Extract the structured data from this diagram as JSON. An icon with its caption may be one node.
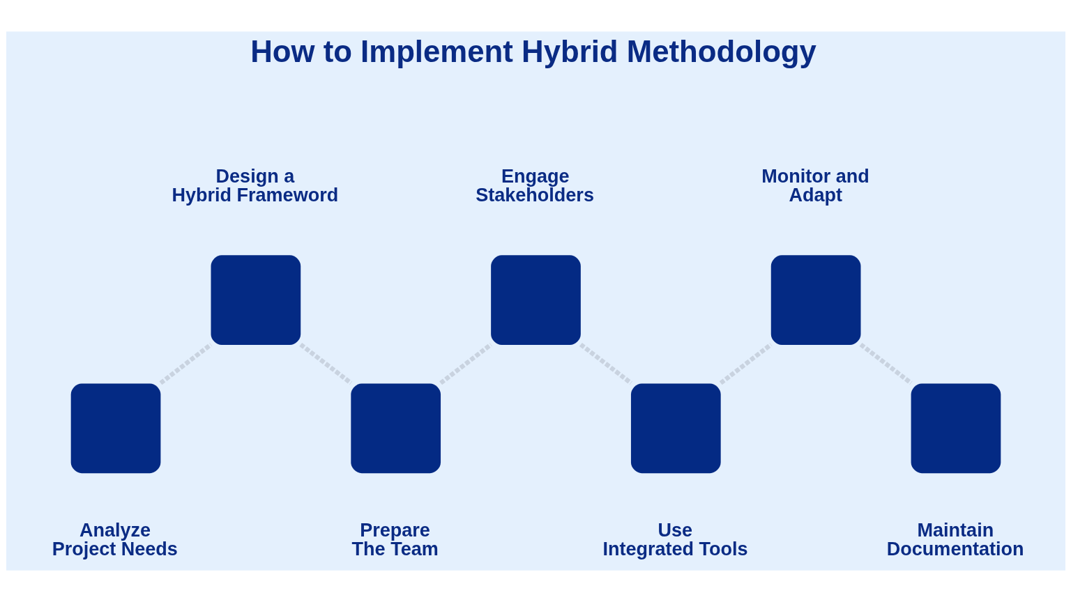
{
  "diagram": {
    "title": "How to Implement Hybrid Methodology",
    "nodes": [
      {
        "text": [
          "Analyze Project Needs"
        ]
      },
      {
        "text": [
          "Design a Hybrid Frameword"
        ]
      },
      {
        "text": [
          "Prepare The Team"
        ]
      },
      {
        "text": [
          "Engage Stakeholders"
        ]
      },
      {
        "text": [
          "Use Integrated Tools"
        ]
      },
      {
        "text": [
          "Monitor and Adapt"
        ]
      },
      {
        "text": [
          "Maintain Documentation"
        ]
      }
    ],
    "edges": [
      {
        "from": 0,
        "to": 1,
        "arrow": "none",
        "style": "dashed"
      },
      {
        "from": 1,
        "to": 2,
        "arrow": "none",
        "style": "dashed"
      },
      {
        "from": 2,
        "to": 3,
        "arrow": "none",
        "style": "dashed"
      },
      {
        "from": 3,
        "to": 4,
        "arrow": "none",
        "style": "dashed"
      },
      {
        "from": 4,
        "to": 5,
        "arrow": "none",
        "style": "dashed"
      },
      {
        "from": 5,
        "to": 6,
        "arrow": "none",
        "style": "dashed"
      }
    ]
  }
}
